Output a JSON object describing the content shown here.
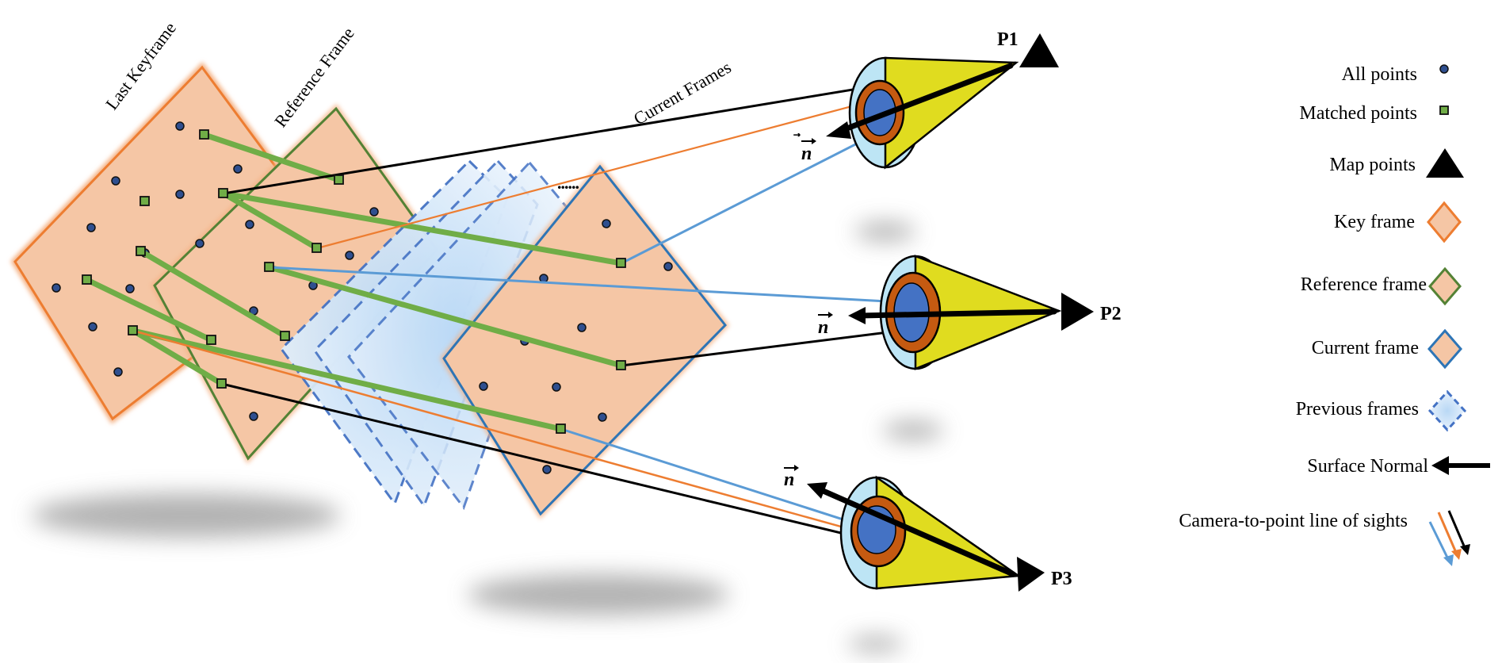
{
  "frame_labels": {
    "last_keyframe": "Last Keyframe",
    "reference_frame": "Reference Frame",
    "current_frames": "Current Frames",
    "ellipsis": "......"
  },
  "map_points": {
    "p1": "P1",
    "p2": "P2",
    "p3": "P3"
  },
  "normal_symbol": "n",
  "legend": [
    {
      "name": "all-points",
      "label": "All points"
    },
    {
      "name": "matched-points",
      "label": "Matched points"
    },
    {
      "name": "map-points",
      "label": "Map points"
    },
    {
      "name": "key-frame",
      "label": "Key frame"
    },
    {
      "name": "reference-frame",
      "label": "Reference frame"
    },
    {
      "name": "current-frame",
      "label": "Current frame"
    },
    {
      "name": "previous-frames",
      "label": "Previous frames"
    },
    {
      "name": "surface-normal",
      "label": "Surface Normal"
    },
    {
      "name": "line-of-sight",
      "label": "Camera-to-point line of sights"
    }
  ],
  "colors": {
    "keyframe_fill": "#f5c6a5",
    "keyframe_stroke": "#ed7d31",
    "reference_stroke": "#548235",
    "current_stroke": "#2e75b6",
    "previous_stroke": "#4472c4",
    "match_line": "#70ad47",
    "sight_blue": "#5b9bd5",
    "sight_orange": "#ed7d31",
    "sight_black": "#000000",
    "point_fill": "#2f4f8f",
    "cone_yellow": "#e0dc1f",
    "eye_orange": "#c55a11",
    "eye_blue": "#4472c4",
    "eye_light": "#bde5f5"
  }
}
